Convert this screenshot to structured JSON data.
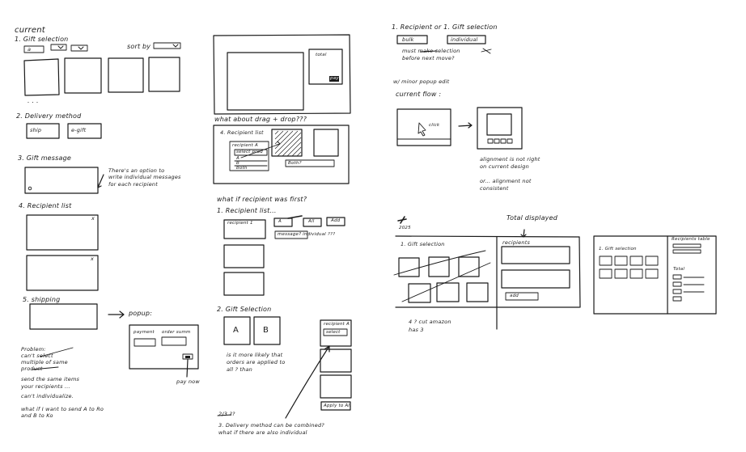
{
  "current_column": {
    "title": "current",
    "gift_selection": {
      "heading": "1. Gift selection",
      "filter_value": "a",
      "sort_label": "sort by",
      "ellipsis": ". . ."
    },
    "delivery_method": {
      "heading": "2. Delivery method",
      "options": [
        "ship",
        "e-gift"
      ]
    },
    "gift_message": {
      "heading": "3. Gift message",
      "note_line1": "There's an option to",
      "note_line2": "write individual messages",
      "note_line3": "for each recipient"
    },
    "recipient_list": {
      "heading": "4. Recipient list",
      "close_glyph": "x"
    },
    "shipping": {
      "heading": "5. shipping",
      "popup_label": "popup:",
      "payment_label": "payment",
      "order_summary_label": "order summ",
      "pay_now_label": "pay now"
    },
    "problem": {
      "label": "Problem:",
      "lines": [
        "can't select",
        "multiple of same",
        "product",
        "send the same items",
        "your recipients ...",
        "can't individualize.",
        "what if I want to send A to Ro",
        "and B to Ko"
      ]
    }
  },
  "middle_column": {
    "screen_total": "total",
    "screen_button": "pay",
    "drag_question": "what about drag + drop???",
    "recipient_list": {
      "heading": "4. Recipient list",
      "dropdown_header": "recipient A",
      "options": [
        "select prod",
        "A",
        "B",
        "Both"
      ],
      "both_field": "Both?"
    },
    "recipient_first_question": "what if recipient was first?",
    "recipient_list_first": {
      "heading": "1. Recipient list...",
      "recipient_box": "recipient 1",
      "chips": [
        "A",
        "All",
        "Add"
      ],
      "message_note": "message? individual ???"
    },
    "gift_selection": {
      "heading": "2. Gift Selection",
      "cards": [
        "A",
        "B"
      ],
      "panel_title": "recipient A",
      "panel_select": "select",
      "apply_button": "Apply to All",
      "note_line1": "is it more likely that",
      "note_line2": "orders are applied to",
      "note_line3": "all ? than"
    },
    "bottom_marks": "2/3     ??",
    "delivery_note_line1": "3. Delivery method  can be combined?",
    "delivery_note_line2": "what if there are also individual"
  },
  "right_column": {
    "top_heading": "1. Recipient  or  1. Gift selection",
    "toggle_options": [
      "bulk",
      "individual"
    ],
    "selection_note_line1": "must make selection",
    "selection_note_line2": "before next move?",
    "popup_edit_label": "w/ minor popup edit",
    "current_flow_label": "current flow :",
    "click_label": "click",
    "alignment_note_line1": "alignment is not right",
    "alignment_note_line2": "on current design",
    "alignment_note_line3": "or... alignment not",
    "alignment_note_line4": "consistent",
    "total_displayed": "Total displayed",
    "wireframe_a": {
      "label": "2025",
      "gift_heading": "1. Gift selection",
      "recipients_heading": "recipients",
      "add_button": "add"
    },
    "amazon_note_line1": "4 ? cut amazon",
    "amazon_note_line2": "has 3",
    "wireframe_b": {
      "gift_heading": "1. Gift selection",
      "recipients_heading": "Recipients table",
      "total_label": "Total"
    }
  }
}
